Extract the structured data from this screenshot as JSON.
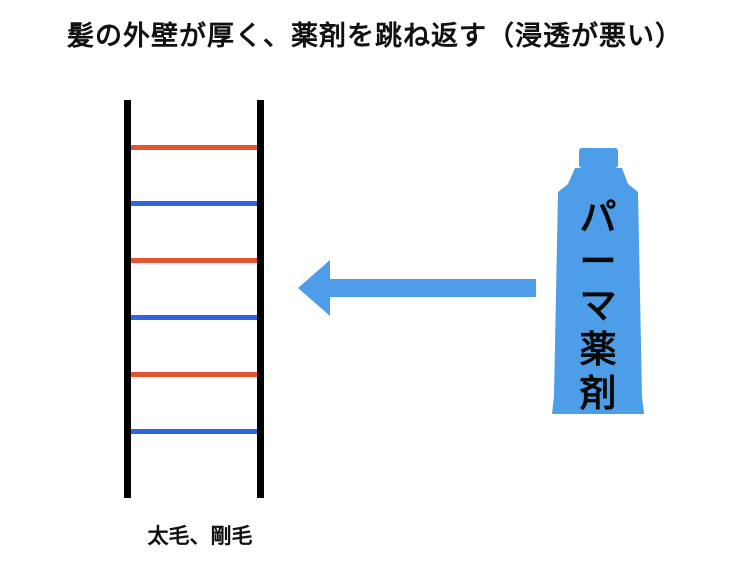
{
  "title": "髪の外壁が厚く、薬剤を跳ね返す（浸透が悪い）",
  "hair": {
    "label": "太毛、剛毛",
    "rung_colors": [
      "#e4542f",
      "#2f66e0",
      "#e4542f",
      "#2f66e0",
      "#e4542f",
      "#2f66e0"
    ]
  },
  "arrow": {
    "color": "#4e9de8"
  },
  "tube": {
    "color": "#4e9de8",
    "label_chars": [
      "パ",
      "ー",
      "マ",
      "薬",
      "剤"
    ]
  }
}
